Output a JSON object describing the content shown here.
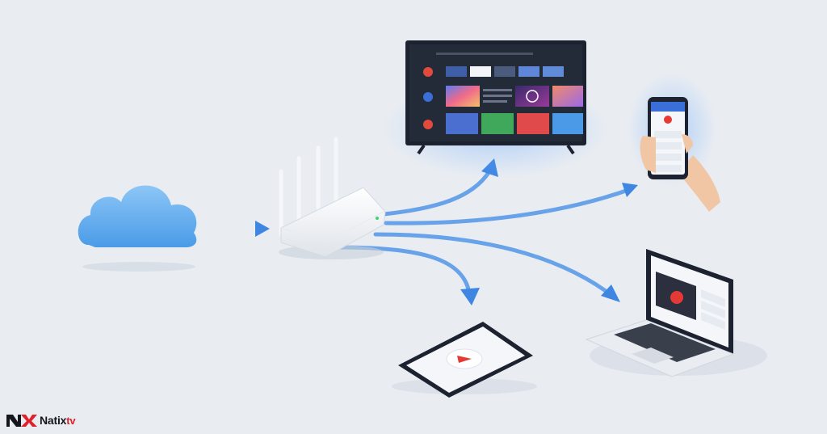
{
  "logo": {
    "wordmark": "Natix",
    "suffix": "tv",
    "icon": "nx-monogram-icon"
  },
  "diagram": {
    "nodes": [
      "cloud",
      "wifi-router",
      "smart-tv",
      "smartphone",
      "laptop",
      "tablet"
    ],
    "edges": [
      {
        "from": "cloud",
        "to": "wifi-router"
      },
      {
        "from": "wifi-router",
        "to": "smart-tv"
      },
      {
        "from": "wifi-router",
        "to": "smartphone"
      },
      {
        "from": "wifi-router",
        "to": "laptop"
      },
      {
        "from": "wifi-router",
        "to": "tablet"
      }
    ]
  },
  "colors": {
    "background": "#e9edf2",
    "arrow": "#4a8fe6",
    "cloud": "#6fb4f0",
    "device_frame": "#1c2230",
    "play_red": "#e53935",
    "brand_red": "#e0202a"
  },
  "icons": [
    "cloud-icon",
    "router-icon",
    "tv-icon",
    "phone-icon",
    "laptop-icon",
    "tablet-icon",
    "play-icon"
  ]
}
